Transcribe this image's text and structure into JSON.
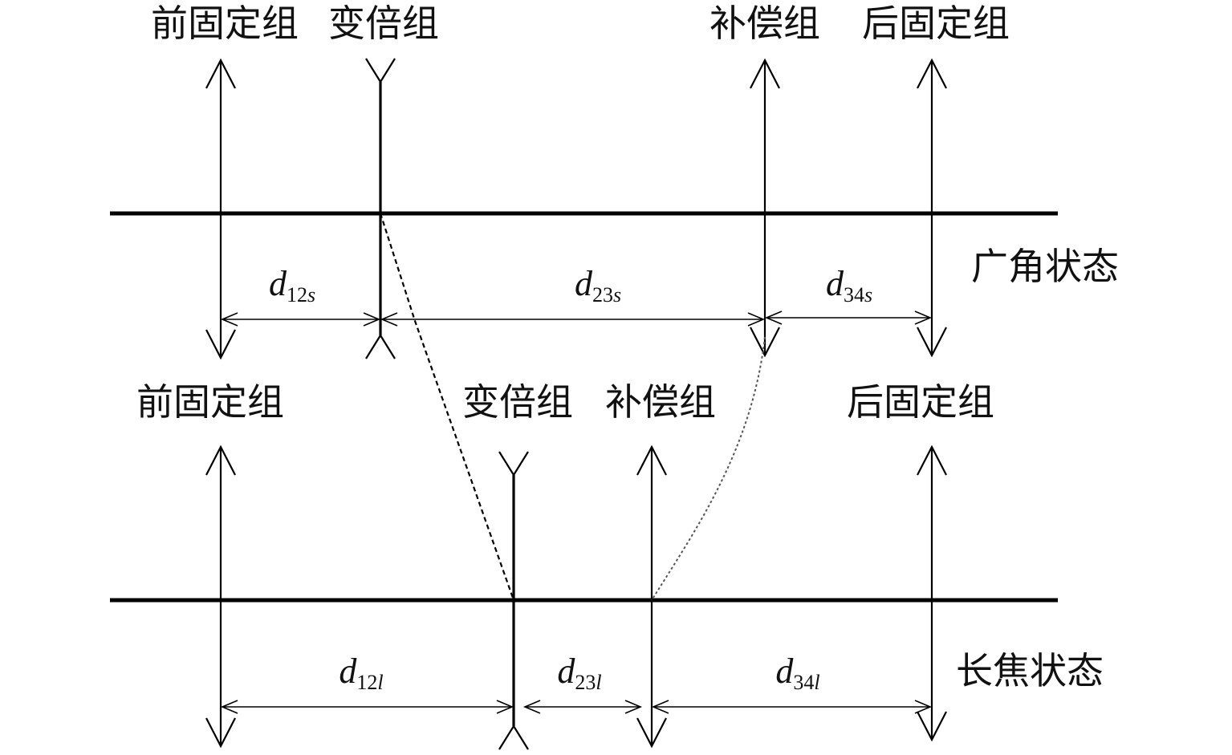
{
  "wide_state": {
    "state_label": "广角状态",
    "groups": {
      "front": "前固定组",
      "variator": "变倍组",
      "compensator": "补偿组",
      "rear": "后固定组"
    },
    "distances": {
      "d12": {
        "main": "d",
        "num": "12",
        "var": "s"
      },
      "d23": {
        "main": "d",
        "num": "23",
        "var": "s"
      },
      "d34": {
        "main": "d",
        "num": "34",
        "var": "s"
      }
    }
  },
  "tele_state": {
    "state_label": "长焦状态",
    "groups": {
      "front": "前固定组",
      "variator": "变倍组",
      "compensator": "补偿组",
      "rear": "后固定组"
    },
    "distances": {
      "d12": {
        "main": "d",
        "num": "12",
        "var": "l"
      },
      "d23": {
        "main": "d",
        "num": "23",
        "var": "l"
      },
      "d34": {
        "main": "d",
        "num": "34",
        "var": "l"
      }
    }
  }
}
